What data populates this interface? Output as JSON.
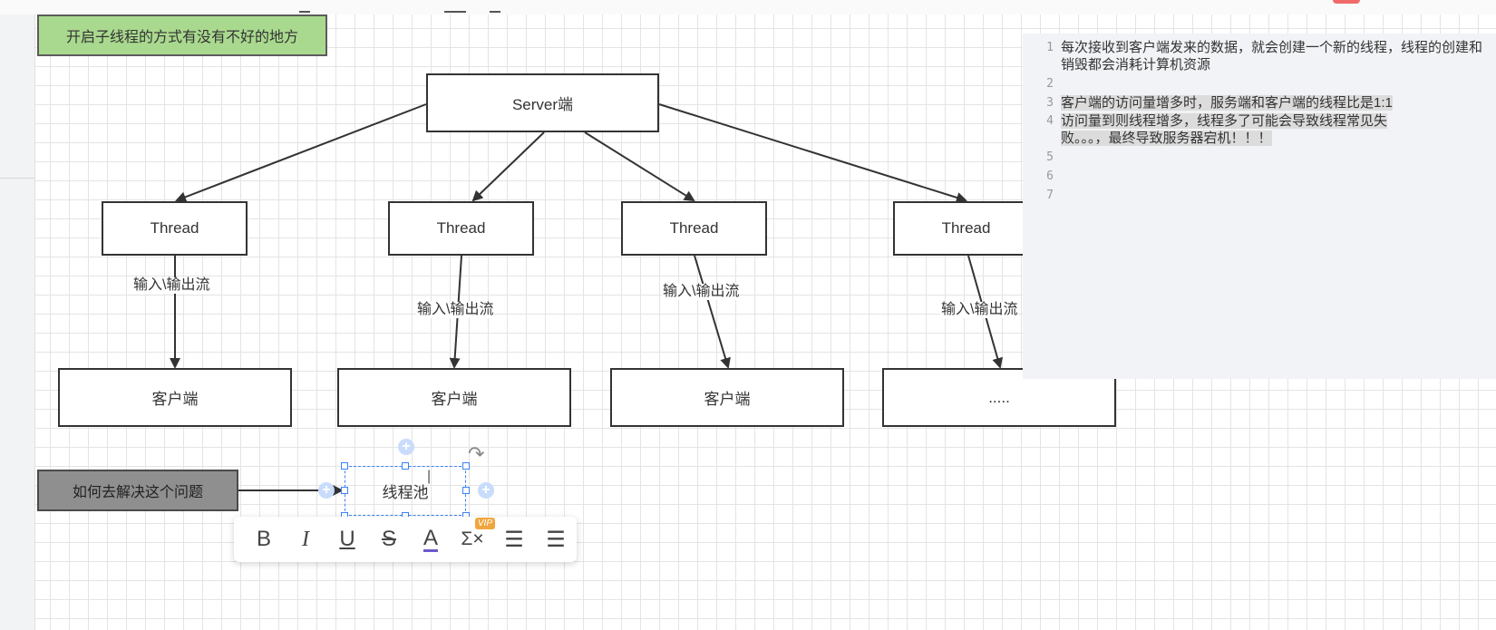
{
  "diagram": {
    "question_box": "开启子线程的方式有没有不好的地方",
    "server": "Server端",
    "threads": [
      "Thread",
      "Thread",
      "Thread",
      "Thread"
    ],
    "io_labels": [
      "输入\\输出流",
      "输入\\输出流",
      "输入\\输出流",
      "输入\\输出流"
    ],
    "clients": [
      "客户端",
      "客户端",
      "客户端",
      "....."
    ],
    "solve_box": "如何去解决这个问题",
    "thread_pool": "线程池"
  },
  "format_toolbar": {
    "bold": "B",
    "italic": "I",
    "underline": "U",
    "strike": "S",
    "font_color": "A",
    "formula": "Σ×",
    "vip_badge": "VIP",
    "bullet_list": "☰",
    "numbered_list": "☰"
  },
  "notes": {
    "lines": [
      {
        "num": "1",
        "text": "每次接收到客户端发来的数据，就会创建一个新的线程，线程的创建和销毁都会消耗计算机资源"
      },
      {
        "num": "2",
        "text": ""
      },
      {
        "num": "3",
        "text": "客户端的访问量增多时，服务端和客户端的线程比是1:1"
      },
      {
        "num": "4",
        "text": "访问量到则线程增多，线程多了可能会导致线程常见失败。。。，最终导致服务器宕机！！！"
      },
      {
        "num": "5",
        "text": ""
      },
      {
        "num": "6",
        "text": ""
      },
      {
        "num": "7",
        "text": ""
      }
    ]
  }
}
